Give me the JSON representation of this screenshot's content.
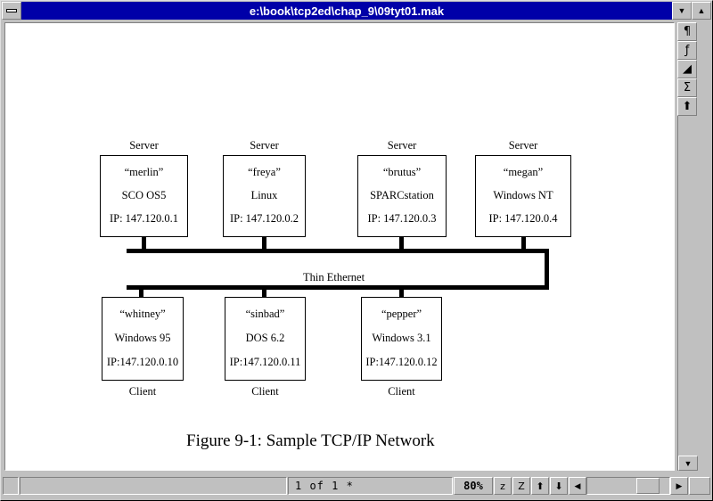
{
  "window": {
    "title": "e:\\book\\tcp2ed\\chap_9\\09tyt01.mak",
    "sysmenu_label": "system-menu",
    "minimize_label": "▼",
    "maximize_label": "▲"
  },
  "toolstrip": {
    "buttons": [
      {
        "name": "paragraph-icon",
        "glyph": "¶"
      },
      {
        "name": "function-icon",
        "glyph": "ƒ"
      },
      {
        "name": "angle-icon",
        "glyph": "◢"
      },
      {
        "name": "sigma-icon",
        "glyph": "Σ"
      },
      {
        "name": "up-arrow-icon",
        "glyph": "⬆"
      },
      {
        "name": "blank-button",
        "glyph": ""
      }
    ]
  },
  "scrollbar": {
    "down_arrow": "▼",
    "left_arrow": "◀",
    "right_arrow": "▶"
  },
  "statusbar": {
    "page_indicator": "1 of 1 *",
    "zoom": "80%",
    "buttons": [
      {
        "name": "zoom-out-button",
        "glyph": "z"
      },
      {
        "name": "zoom-in-button",
        "glyph": "Z"
      },
      {
        "name": "page-up-button",
        "glyph": "⬆"
      },
      {
        "name": "page-down-button",
        "glyph": "⬇"
      }
    ]
  },
  "diagram": {
    "caption": "Figure 9-1: Sample TCP/IP Network",
    "bus_label": "Thin Ethernet",
    "server_role": "Server",
    "client_role": "Client",
    "servers": [
      {
        "name": "“merlin”",
        "os": "SCO OS5",
        "ip": "IP:  147.120.0.1",
        "role": "Server"
      },
      {
        "name": "“freya”",
        "os": "Linux",
        "ip": "IP:  147.120.0.2",
        "role": "Server"
      },
      {
        "name": "“brutus”",
        "os": "SPARCstation",
        "ip": "IP:  147.120.0.3",
        "role": "Server"
      },
      {
        "name": "“megan”",
        "os": "Windows NT",
        "ip": "IP:  147.120.0.4",
        "role": "Server"
      }
    ],
    "clients": [
      {
        "name": "“whitney”",
        "os": "Windows 95",
        "ip": "IP:147.120.0.10",
        "role": "Client"
      },
      {
        "name": "“sinbad”",
        "os": "DOS 6.2",
        "ip": "IP:147.120.0.11",
        "role": "Client"
      },
      {
        "name": "“pepper”",
        "os": "Windows 3.1",
        "ip": "IP:147.120.0.12",
        "role": "Client"
      }
    ]
  },
  "colors": {
    "titlebar": "#0000a8",
    "chrome": "#c0c0c0",
    "page": "#ffffff",
    "ink": "#000000"
  }
}
